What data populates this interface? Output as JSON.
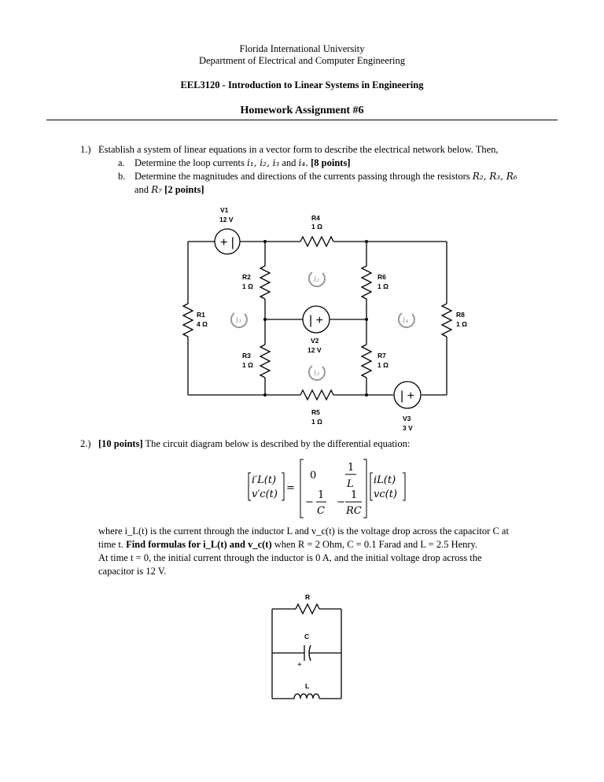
{
  "header": {
    "university": "Florida International University",
    "department": "Department of Electrical and Computer Engineering",
    "course": "EEL3120 - Introduction to Linear Systems in Engineering",
    "assignment": "Homework Assignment #6"
  },
  "q1": {
    "number": "1.)",
    "text": "Establish a system of linear equations in a vector form to describe the electrical network below. Then,",
    "a_marker": "a.",
    "a_text": "Determine the loop currents",
    "a_vars": "i₁, i₂, i₃",
    "a_and": "and",
    "a_var4": "i₄.",
    "a_points": "[8 points]",
    "b_marker": "b.",
    "b_text": "Determine the magnitudes and directions of the currents passing through the resistors",
    "b_vars": "R₂, R₃, R₆",
    "b_and": "and",
    "b_var7": "R₇",
    "b_points": "[2 points]"
  },
  "circuit1": {
    "V1_name": "V1",
    "V1_val": "12 V",
    "V2_name": "V2",
    "V2_val": "12 V",
    "V3_name": "V3",
    "V3_val": "3 V",
    "R1_name": "R1",
    "R1_val": "4 Ω",
    "R2_name": "R2",
    "R2_val": "1 Ω",
    "R3_name": "R3",
    "R3_val": "1 Ω",
    "R4_name": "R4",
    "R4_val": "1 Ω",
    "R5_name": "R5",
    "R5_val": "1 Ω",
    "R6_name": "R6",
    "R6_val": "1 Ω",
    "R7_name": "R7",
    "R7_val": "1 Ω",
    "R8_name": "R8",
    "R8_val": "1 Ω",
    "i1": "i₁",
    "i2": "i₂",
    "i3": "i₃",
    "i4": "i₄"
  },
  "q2": {
    "number": "2.)",
    "points": "[10 points]",
    "intro": "The circuit diagram below is described by the differential equation:",
    "lhs1": "i′L(t)",
    "lhs2": "v′c(t)",
    "m11": "0",
    "m12_num": "1",
    "m12_den": "L",
    "m21_num": "1",
    "m21_den": "C",
    "m22_num": "1",
    "m22_den": "RC",
    "rhs1": "iL(t)",
    "rhs2": "vc(t)",
    "p1": "where i_L(t) is the current through the inductor L and v_c(t) is the voltage drop across the capacitor C at",
    "p2a": "time t.",
    "p2b": "Find formulas for i_L(t) and v_c(t)",
    "p2c": "when R = 2 Ohm, C = 0.1 Farad and L = 2.5 Henry.",
    "p3": "At time t = 0, the initial current through the inductor is 0 A, and the initial voltage drop across the",
    "p4": "capacitor is 12 V."
  },
  "circuit2": {
    "R": "R",
    "C": "C",
    "L": "L",
    "plus": "+"
  }
}
